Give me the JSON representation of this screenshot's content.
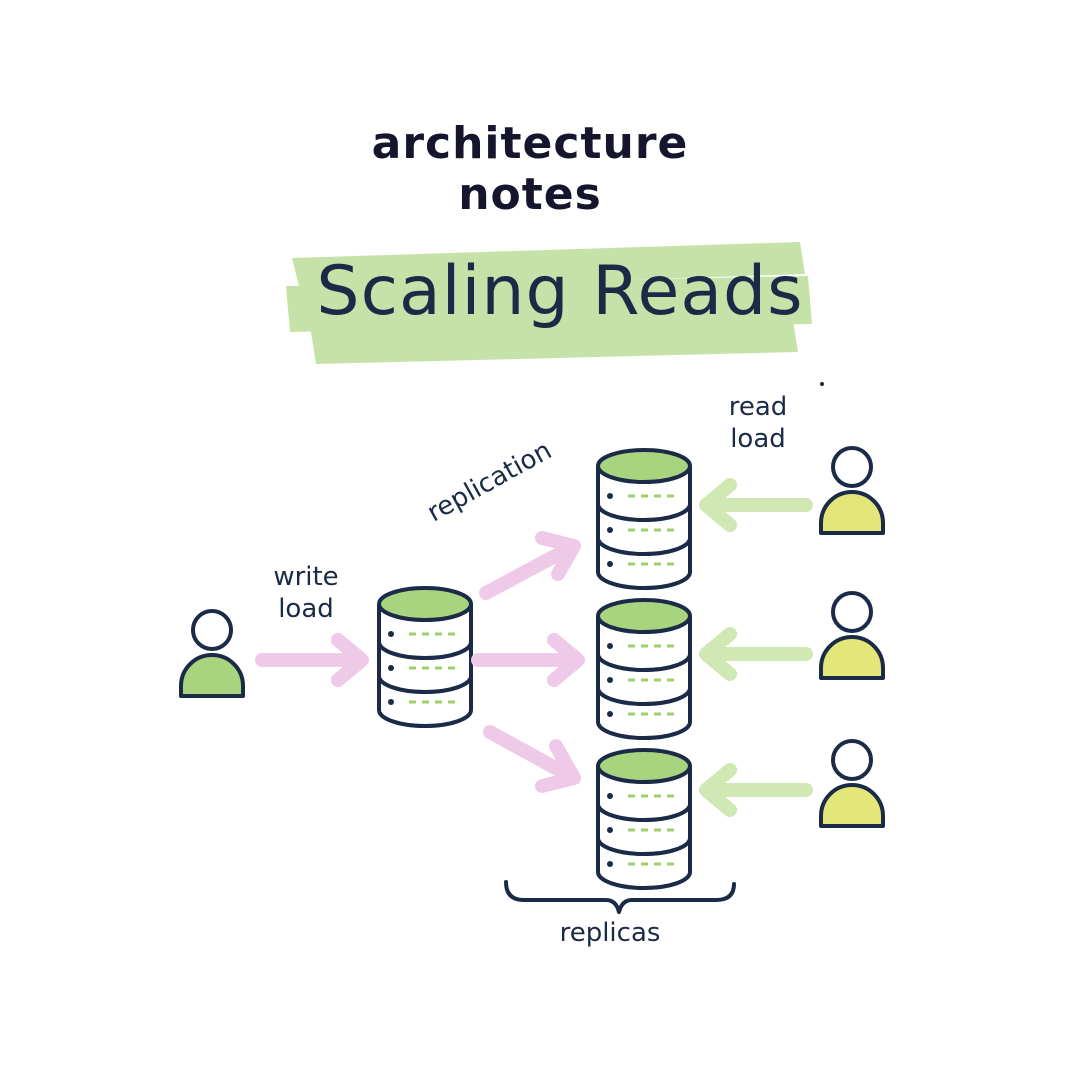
{
  "header": {
    "kicker": "architecture notes",
    "title": "Scaling Reads"
  },
  "labels": {
    "write_load": "write\nload",
    "replication": "replication",
    "read_load": "read\nload",
    "replicas": "replicas"
  },
  "colors": {
    "ink": "#1b2a47",
    "highlight_green": "#c5e3a9",
    "db_top_green": "#a9d47f",
    "db_dash_green": "#9dcf6f",
    "writer_green": "#a9d47f",
    "reader_yellow": "#e3e679",
    "write_arrow_pink": "#efc9e8",
    "read_arrow_green": "#cfe8b4"
  },
  "icons": {
    "writer": "person-icon",
    "reader": "person-icon",
    "database": "database-stack-icon"
  }
}
